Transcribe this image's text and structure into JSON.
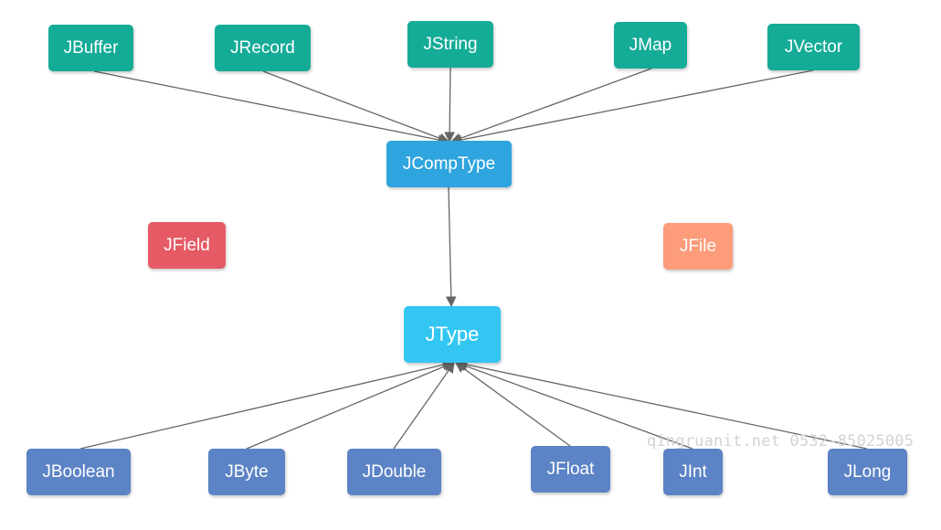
{
  "diagram": {
    "composite_types": [
      "JBuffer",
      "JRecord",
      "JString",
      "JMap",
      "JVector"
    ],
    "comp_type": "JCompType",
    "base_type": "JType",
    "standalone": [
      "JField",
      "JFile"
    ],
    "primitive_types": [
      "JBoolean",
      "JByte",
      "JDouble",
      "JFloat",
      "JInt",
      "JLong"
    ],
    "edges": [
      [
        "JBuffer",
        "JCompType"
      ],
      [
        "JRecord",
        "JCompType"
      ],
      [
        "JString",
        "JCompType"
      ],
      [
        "JMap",
        "JCompType"
      ],
      [
        "JVector",
        "JCompType"
      ],
      [
        "JCompType",
        "JType"
      ],
      [
        "JBoolean",
        "JType"
      ],
      [
        "JByte",
        "JType"
      ],
      [
        "JDouble",
        "JType"
      ],
      [
        "JFloat",
        "JType"
      ],
      [
        "JInt",
        "JType"
      ],
      [
        "JLong",
        "JType"
      ]
    ]
  },
  "watermark": "qingruanit.net 0532-85025005",
  "colors": {
    "composite": "#14ab97",
    "comp_type": "#2ea5de",
    "base_type": "#33c6f2",
    "field": "#e65a65",
    "file": "#fc9c7a",
    "primitive": "#5b83c5",
    "edge": "#666666"
  }
}
